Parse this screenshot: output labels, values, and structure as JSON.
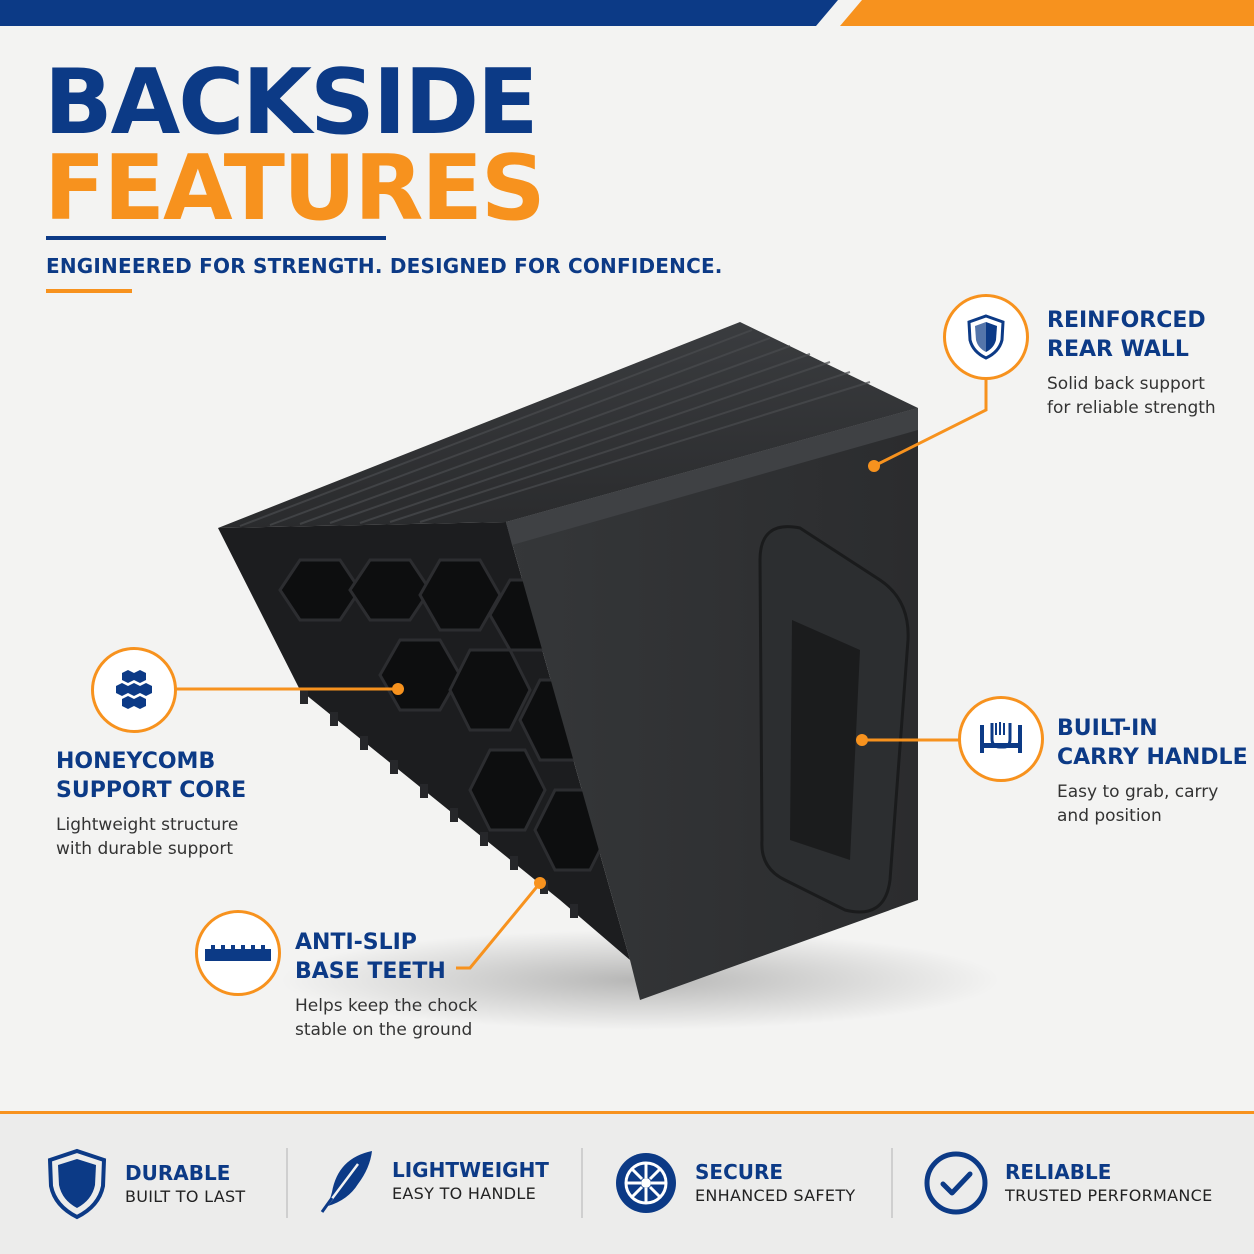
{
  "colors": {
    "navy": "#0c3a86",
    "orange": "#f7921e"
  },
  "header": {
    "title_line1": "BACKSIDE",
    "title_line2": "FEATURES",
    "tagline": "ENGINEERED FOR STRENGTH. DESIGNED FOR CONFIDENCE."
  },
  "features": {
    "rear_wall": {
      "icon": "shield-icon",
      "title1": "REINFORCED",
      "title2": "REAR WALL",
      "desc1": "Solid back support",
      "desc2": "for reliable strength"
    },
    "handle": {
      "icon": "hand-grip-icon",
      "title1": "BUILT-IN",
      "title2": "CARRY HANDLE",
      "desc1": "Easy to grab, carry",
      "desc2": "and position"
    },
    "honeycomb": {
      "icon": "honeycomb-icon",
      "title1": "HONEYCOMB",
      "title2": "SUPPORT CORE",
      "desc1": "Lightweight structure",
      "desc2": "with durable support"
    },
    "teeth": {
      "icon": "teeth-icon",
      "title1": "ANTI-SLIP",
      "title2": "BASE TEETH",
      "desc1": "Helps keep the chock",
      "desc2": "stable on the ground"
    }
  },
  "bottom_bar": [
    {
      "icon": "shield-icon",
      "title": "DURABLE",
      "subtitle": "BUILT TO LAST"
    },
    {
      "icon": "feather-icon",
      "title": "LIGHTWEIGHT",
      "subtitle": "EASY TO HANDLE"
    },
    {
      "icon": "wheel-icon",
      "title": "SECURE",
      "subtitle": "ENHANCED SAFETY"
    },
    {
      "icon": "check-circle-icon",
      "title": "RELIABLE",
      "subtitle": "TRUSTED PERFORMANCE"
    }
  ]
}
